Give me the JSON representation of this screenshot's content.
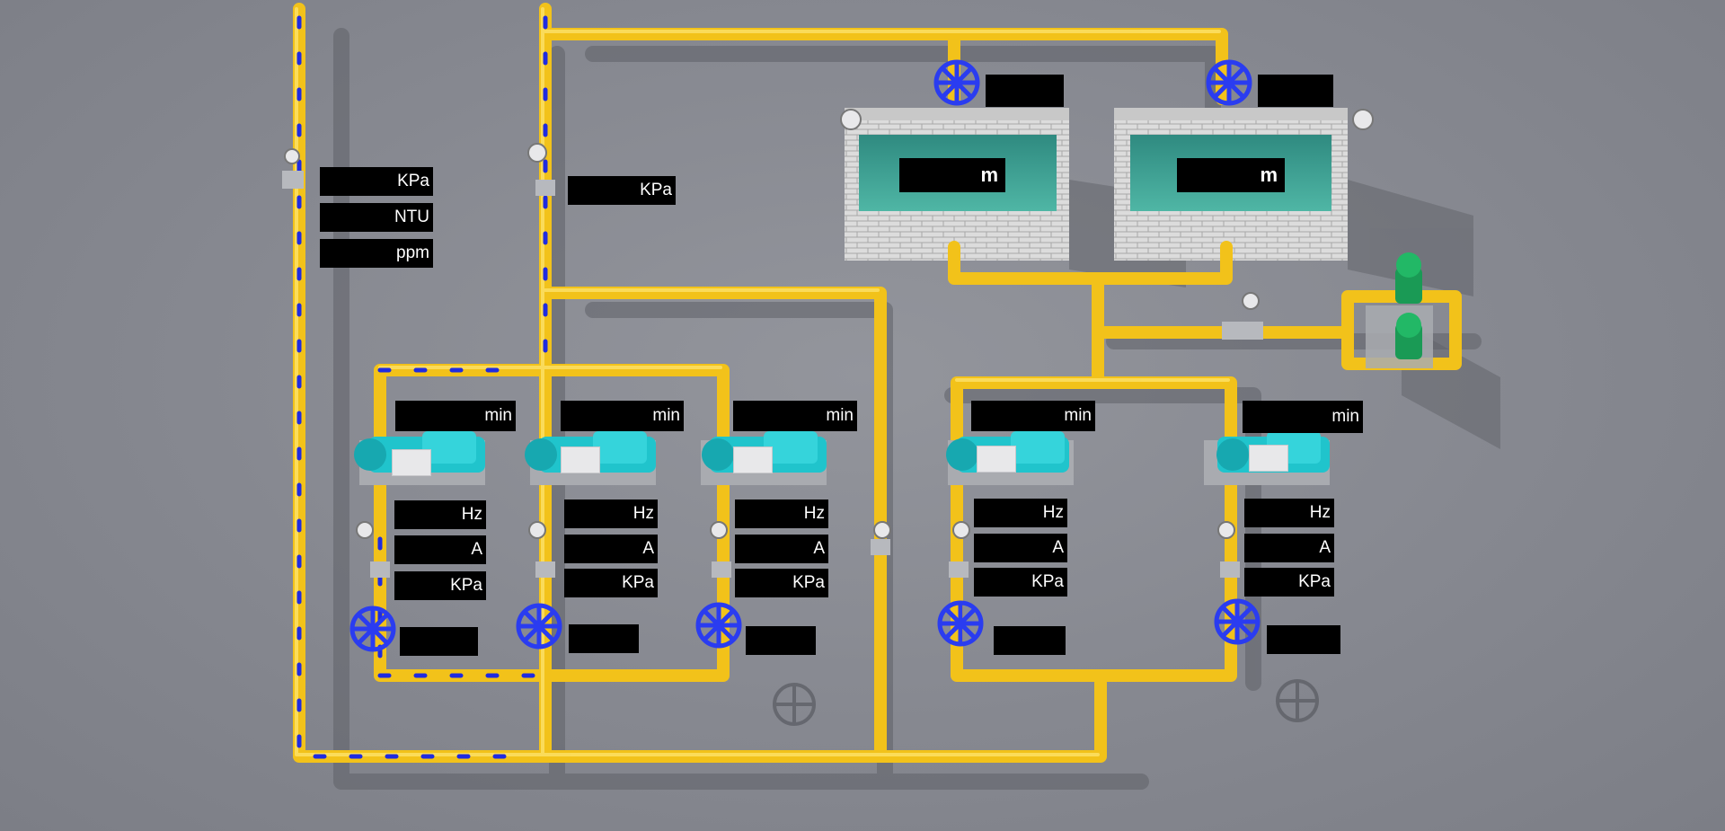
{
  "units": {
    "pressure": "KPa",
    "turbidity": "NTU",
    "concentration": "ppm",
    "level": "m",
    "time": "min",
    "frequency": "Hz",
    "current": "A"
  },
  "inlet": {
    "pressure_unit": "KPa",
    "turbidity_unit": "NTU",
    "chlorine_unit": "ppm",
    "outlet_pressure_unit": "KPa"
  },
  "tanks": [
    {
      "level_unit": "m",
      "valve_value": ""
    },
    {
      "level_unit": "m",
      "valve_value": ""
    }
  ],
  "pumps": [
    {
      "runtime_unit": "min",
      "frequency_unit": "Hz",
      "current_unit": "A",
      "pressure_unit": "KPa",
      "valve_value": ""
    },
    {
      "runtime_unit": "min",
      "frequency_unit": "Hz",
      "current_unit": "A",
      "pressure_unit": "KPa",
      "valve_value": ""
    },
    {
      "runtime_unit": "min",
      "frequency_unit": "Hz",
      "current_unit": "A",
      "pressure_unit": "KPa",
      "valve_value": ""
    },
    {
      "runtime_unit": "min",
      "frequency_unit": "Hz",
      "current_unit": "A",
      "pressure_unit": "KPa",
      "valve_value": ""
    },
    {
      "runtime_unit": "min",
      "frequency_unit": "Hz",
      "current_unit": "A",
      "pressure_unit": "KPa",
      "valve_value": ""
    }
  ],
  "colors": {
    "pipe": "#f2c21a",
    "pipe_dark": "#c89a0a",
    "flow_marker": "#1f2be0",
    "valve": "#2a3cf0",
    "pump_body": "#20c4cc",
    "booster_pump": "#1a9a55",
    "water": "#3a9a8c",
    "brick": "#d8d8d8"
  }
}
